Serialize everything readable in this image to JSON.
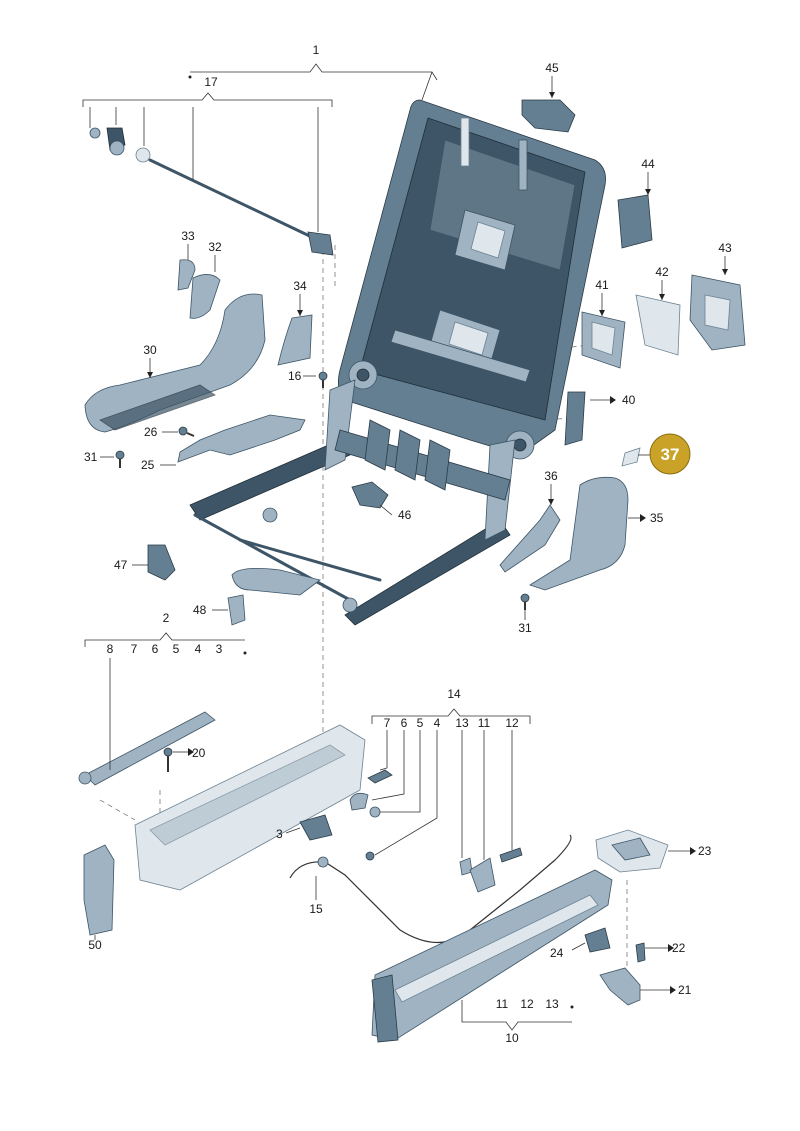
{
  "diagram": {
    "highlight": {
      "label": "37",
      "color": "#c9a227",
      "text_color": "#ffffff"
    },
    "labels": {
      "l1": "1",
      "l17": "17",
      "l45": "45",
      "l44": "44",
      "l43": "43",
      "l42": "42",
      "l41": "41",
      "l40": "40",
      "l33": "33",
      "l32": "32",
      "l34": "34",
      "l30": "30",
      "l16": "16",
      "l26": "26",
      "l31a": "31",
      "l25": "25",
      "l46": "46",
      "l36": "36",
      "l35": "35",
      "l31b": "31",
      "l47": "47",
      "l48": "48",
      "l2": "2",
      "g8": "8",
      "g7": "7",
      "g6": "6",
      "g5": "5",
      "g4": "4",
      "g3": "3",
      "l14": "14",
      "h7": "7",
      "h6": "6",
      "h5": "5",
      "h4": "4",
      "h13": "13",
      "h11": "11",
      "h12": "12",
      "l20": "20",
      "l3": "3",
      "l15": "15",
      "l50": "50",
      "l23": "23",
      "l22": "22",
      "l24": "24",
      "l21": "21",
      "k11": "11",
      "k12": "12",
      "k13": "13",
      "l10": "10"
    }
  }
}
